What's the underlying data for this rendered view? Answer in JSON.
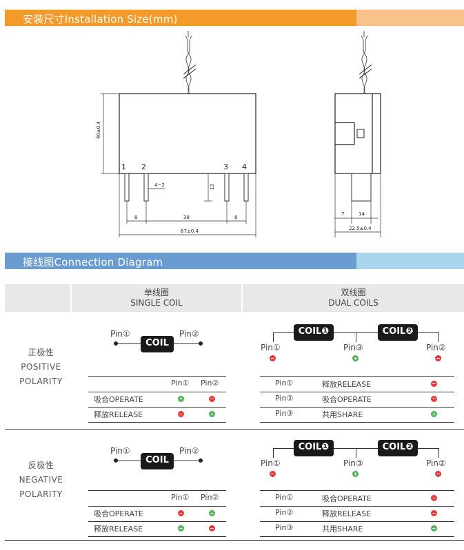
{
  "section1": {
    "title": "安装尺寸Installation Size(mm)",
    "color_left": "#f39a2b",
    "color_right": "#f8c28a"
  },
  "drawing": {
    "height_dim": "40±0.4",
    "pin_labels": [
      "1",
      "2",
      "3",
      "4"
    ],
    "pin_spacing": "4~2",
    "pin_length": "13",
    "dim_left": "8",
    "dim_middle": "38",
    "dim_right": "8",
    "overall_width": "67±0.4",
    "side_dim_left": "7",
    "side_dim_right": "14",
    "side_width": "22.5±0.4"
  },
  "section2": {
    "title": "接线图Connection Diagram",
    "color_left": "#6a9cd2",
    "color_right": "#a9d5ef"
  },
  "header": {
    "single_cn": "单线圈",
    "single_en": "SINGLE COIL",
    "dual_cn": "双线圈",
    "dual_en": "DUAL COILS"
  },
  "positive": {
    "label_cn": "正极性",
    "label_en1": "POSITIVE",
    "label_en2": "POLARITY",
    "single": {
      "coil": "COIL",
      "pin1": "Pin①",
      "pin2": "Pin②",
      "col1": "Pin①",
      "col2": "Pin②",
      "rows": [
        {
          "label": "吸合OPERATE",
          "p1": "+",
          "p2": "-"
        },
        {
          "label": "释放RELEASE",
          "p1": "-",
          "p2": "+"
        }
      ]
    },
    "dual": {
      "coil1": "COIL❶",
      "coil2": "COIL❷",
      "pin1": "Pin①",
      "pin3": "Pin③",
      "pin2": "Pin②",
      "pol1": "-",
      "pol3": "+",
      "pol2": "-",
      "rows": [
        {
          "pin": "Pin①",
          "label": "释放RELEASE",
          "pol": "-"
        },
        {
          "pin": "Pin②",
          "label": "吸合OPERATE",
          "pol": "-"
        },
        {
          "pin": "Pin③",
          "label": "共用SHARE",
          "pol": "+"
        }
      ]
    }
  },
  "negative": {
    "label_cn": "反极性",
    "label_en1": "NEGATIVE",
    "label_en2": "POLARITY",
    "single": {
      "coil": "COIL",
      "pin1": "Pin①",
      "pin2": "Pin②",
      "col1": "Pin①",
      "col2": "Pin②",
      "rows": [
        {
          "label": "吸合OPERATE",
          "p1": "-",
          "p2": "+"
        },
        {
          "label": "释放RELEASE",
          "p1": "+",
          "p2": "-"
        }
      ]
    },
    "dual": {
      "coil1": "COIL❶",
      "coil2": "COIL❷",
      "pin1": "Pin①",
      "pin3": "Pin③",
      "pin2": "Pin②",
      "pol1": "-",
      "pol3": "+",
      "pol2": "-",
      "rows": [
        {
          "pin": "Pin①",
          "label": "吸合OPERATE",
          "pol": "-"
        },
        {
          "pin": "Pin②",
          "label": "释放RELEASE",
          "pol": "-"
        },
        {
          "pin": "Pin③",
          "label": "共用SHARE",
          "pol": "+"
        }
      ]
    }
  }
}
